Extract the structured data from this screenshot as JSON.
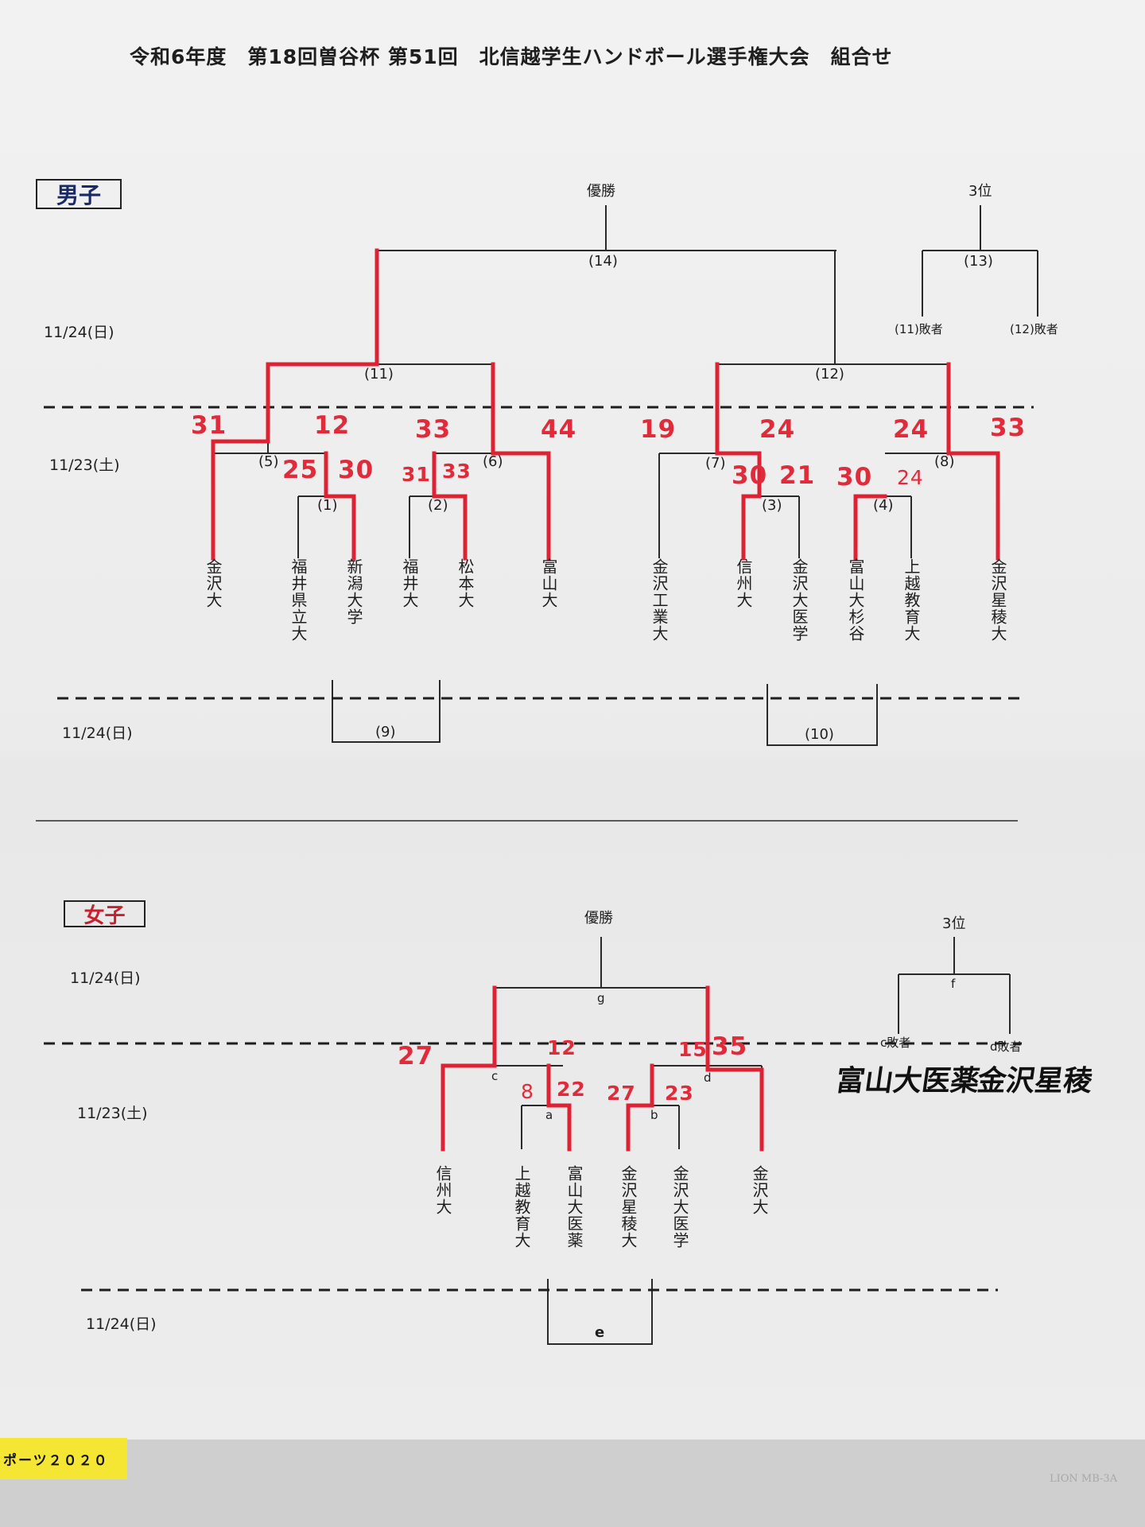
{
  "title": "令和6年度　第18回曽谷杯 第51回　北信越学生ハンドボール選手権大会　組合せ",
  "mens": {
    "section_label": "男子",
    "champion_label": "優勝",
    "third_label": "3位",
    "dates": {
      "final_day": "11/24(日)",
      "first_day": "11/23(土)",
      "consolation_day": "11/24(日)"
    },
    "matches": {
      "m1": "(1)",
      "m2": "(2)",
      "m3": "(3)",
      "m4": "(4)",
      "m5": "(5)",
      "m6": "(6)",
      "m7": "(7)",
      "m8": "(8)",
      "m9": "(9)",
      "m10": "(10)",
      "m11": "(11)",
      "m12": "(12)",
      "m13": "(13)",
      "m14": "(14)"
    },
    "third_place_slots": [
      "(11)敗者",
      "(12)敗者"
    ],
    "teams": [
      "金沢大",
      "福井県立大",
      "新潟大学",
      "福井大",
      "松本大",
      "富山大",
      "金沢工業大",
      "信州大",
      "金沢大医学",
      "富山大杉谷",
      "上越教育大",
      "金沢星稜大"
    ],
    "scores": {
      "s5_left": "31",
      "s5_right": "12",
      "s1_left": "25",
      "s1_right": "30",
      "s6_left": "33",
      "s6_right": "44",
      "s2_left": "31",
      "s2_right": "33",
      "s7_left": "19",
      "s7_right": "24",
      "s3_left": "30",
      "s3_right": "21",
      "s8_left": "24",
      "s8_right": "33",
      "s4_left": "30",
      "s4_right": "24"
    }
  },
  "womens": {
    "section_label": "女子",
    "champion_label": "優勝",
    "third_label": "3位",
    "dates": {
      "final_day": "11/24(日)",
      "first_day": "11/23(土)",
      "consolation_day": "11/24(日)"
    },
    "matches": {
      "a": "a",
      "b": "b",
      "c": "c",
      "d": "d",
      "e": "e",
      "f": "f",
      "g": "g"
    },
    "third_place_slots": [
      "c敗者",
      "d敗者"
    ],
    "handwritten_third": [
      "富山大医薬",
      "金沢星稜"
    ],
    "teams": [
      "信州大",
      "上越教育大",
      "富山大医薬",
      "金沢星稜大",
      "金沢大医学",
      "金沢大"
    ],
    "scores": {
      "sc_left": "27",
      "sc_right": "12",
      "sa_left": "8",
      "sa_right": "22",
      "sb_left": "27",
      "sb_right": "23",
      "sd_left": "15",
      "sd_right": "35"
    }
  },
  "footer": {
    "sticker": "ポーツ２０２０",
    "brand": "LION  MB-3A"
  },
  "colors": {
    "score_red": "#e02b3a",
    "bracket_red": "#dd2233",
    "ink": "#1e1e1e",
    "sticker_yellow": "#f5e633"
  }
}
